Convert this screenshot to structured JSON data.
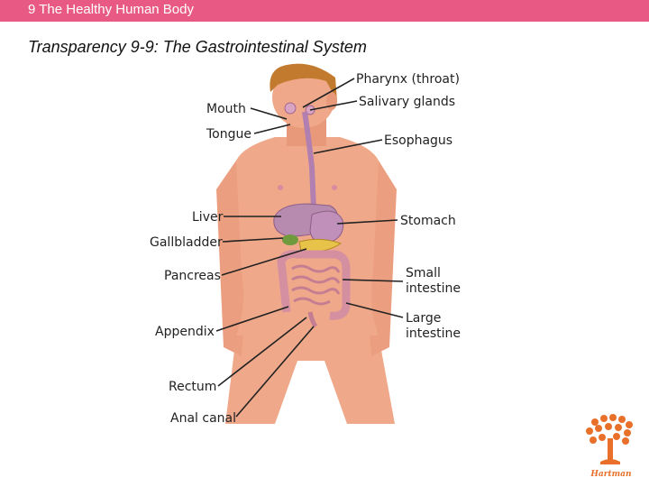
{
  "header": {
    "title": "9 The Healthy Human Body"
  },
  "slide": {
    "title": "Transparency 9-9: The Gastrointestinal System"
  },
  "labels": {
    "pharynx": "Pharynx (throat)",
    "salivary": "Salivary glands",
    "mouth": "Mouth",
    "tongue": "Tongue",
    "esophagus": "Esophagus",
    "liver": "Liver",
    "stomach": "Stomach",
    "gallbladder": "Gallbladder",
    "pancreas": "Pancreas",
    "small_intestine": [
      "Small",
      "intestine"
    ],
    "large_intestine": [
      "Large",
      "intestine"
    ],
    "appendix": "Appendix",
    "rectum": "Rectum",
    "anal_canal": "Anal canal"
  },
  "logo": {
    "text": "Hartman",
    "color": "#e8702a"
  },
  "colors": {
    "header_bg": "#e85a84",
    "skin": "#efa98a",
    "hair": "#c27a2e",
    "organ": "#b78ab0"
  }
}
